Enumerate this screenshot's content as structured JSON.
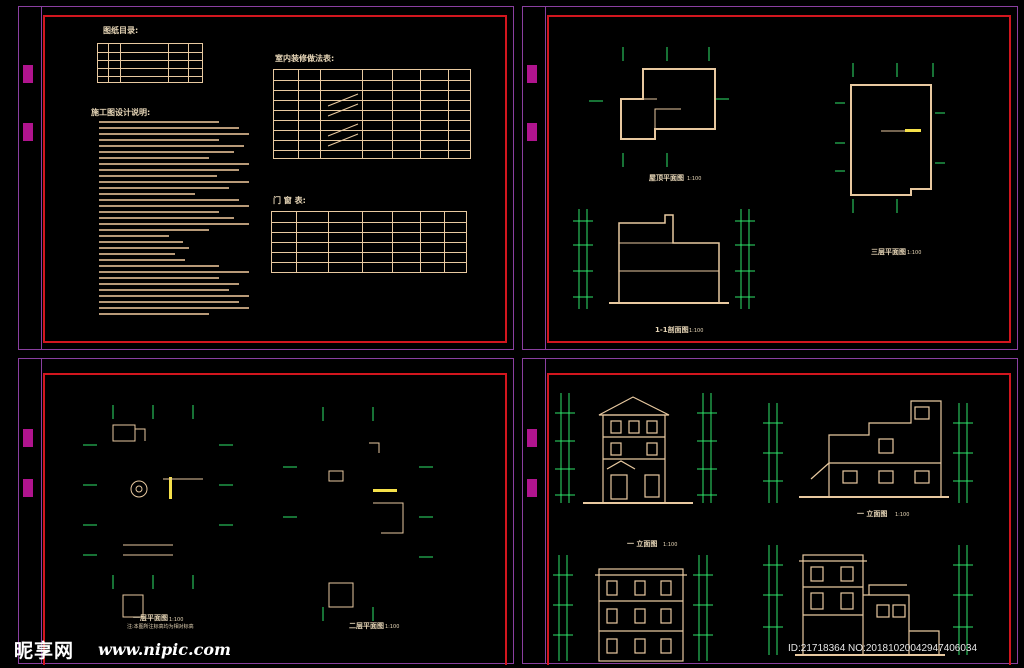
{
  "sheet1": {
    "drawing_list_title": "图纸目录:",
    "design_notes_title": "施工图设计说明:",
    "finish_table_title": "室内装修做法表:",
    "door_window_title": "门 窗 表:"
  },
  "sheet2": {
    "roof_plan_title": "屋顶平面图",
    "roof_plan_scale": "1:100",
    "third_floor_plan_title": "三层平面图",
    "third_floor_plan_scale": "1:100",
    "section_title": "1-1剖面图",
    "section_scale": "1:100"
  },
  "sheet3": {
    "first_floor_plan_title": "一层平面图",
    "first_floor_plan_subtitle": "注:本图所注标高均为相对标高",
    "first_floor_plan_scale": "1:100",
    "second_floor_plan_title": "二层平面图",
    "second_floor_plan_scale": "1:100"
  },
  "sheet4": {
    "elevation_a_title": "一 立面图",
    "elevation_a_scale": "1:100",
    "elevation_b_title": "一 立面图",
    "elevation_b_scale": "1:100"
  },
  "watermark": {
    "logo_text": "昵享网",
    "site_url": "www.nipic.com",
    "id_text": "ID:21718364 NO:20181020042947406034"
  },
  "colors": {
    "background": "#000000",
    "sheet_border": "#8a3fa0",
    "frame_red": "#d2161e",
    "dimension_green": "#2ee56a",
    "linework_tan": "#e8c9a0",
    "magenta_marks": "#b0148e"
  }
}
